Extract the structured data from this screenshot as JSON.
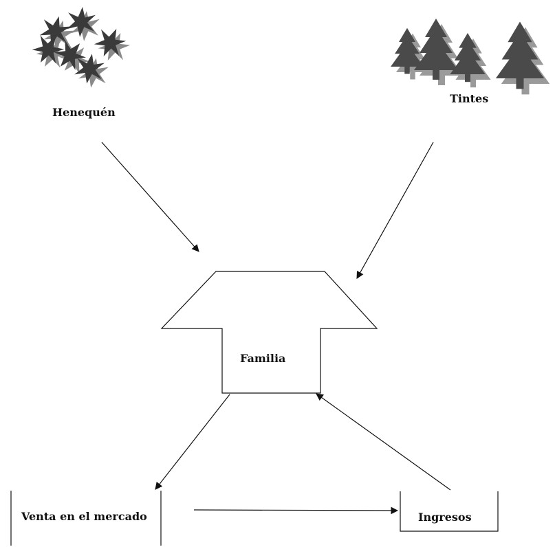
{
  "nodes": {
    "henequen": {
      "label": "Henequén",
      "icon": "agave-plant-icon"
    },
    "tintes": {
      "label": "Tintes",
      "icon": "pine-trees-icon"
    },
    "familia": {
      "label": "Familia",
      "icon": "house-shape"
    },
    "venta": {
      "label": "Venta en el mercado"
    },
    "ingresos": {
      "label": "Ingresos"
    }
  },
  "edges": [
    {
      "from": "Henequén",
      "to": "Familia"
    },
    {
      "from": "Tintes",
      "to": "Familia"
    },
    {
      "from": "Familia",
      "to": "Venta en el mercado"
    },
    {
      "from": "Venta en el mercado",
      "to": "Ingresos"
    },
    {
      "from": "Ingresos",
      "to": "Familia"
    }
  ],
  "colors": {
    "line": "#111111",
    "plant_dark": "#3a3a3a",
    "plant_shadow": "#8a8a8a",
    "tree_dark": "#4a4a4a",
    "tree_shadow": "#9a9a9a"
  }
}
